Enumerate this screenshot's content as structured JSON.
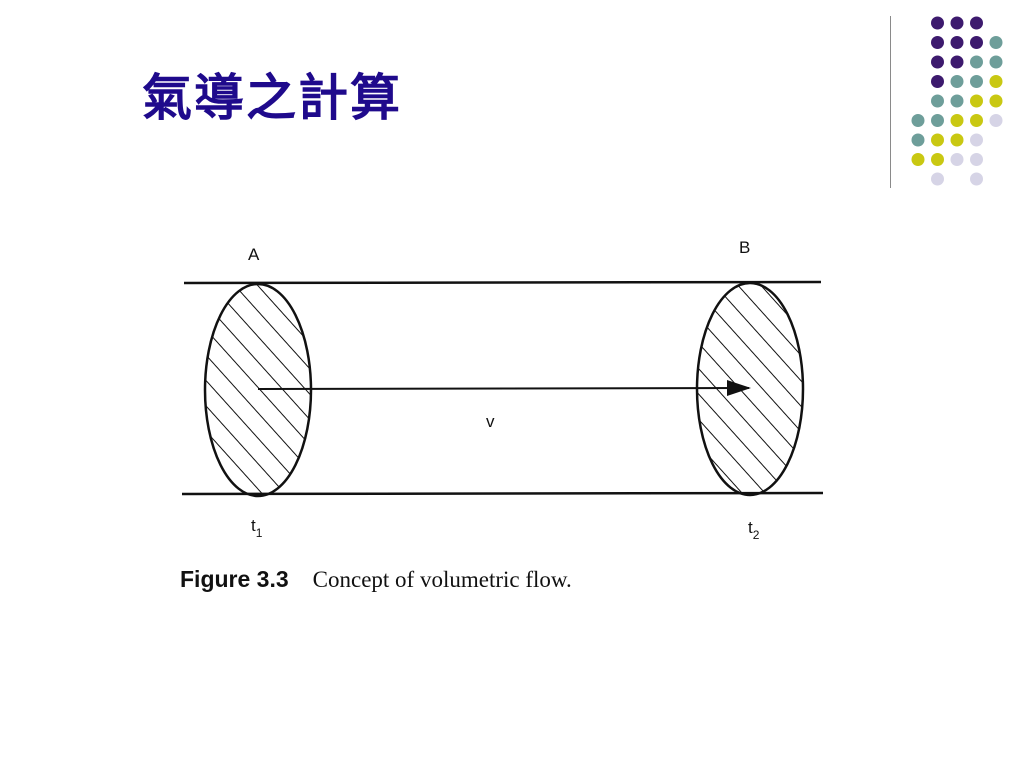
{
  "slide": {
    "title": "氣導之計算"
  },
  "decor": {
    "colors": {
      "purple": "#3d1a6e",
      "teal": "#6e9e9a",
      "yellow": "#c9c812",
      "lavender": "#d6d4e6"
    },
    "dot_rows": [
      [
        "",
        "purple",
        "purple",
        "purple",
        ""
      ],
      [
        "",
        "purple",
        "purple",
        "purple",
        "teal"
      ],
      [
        "",
        "purple",
        "purple",
        "teal",
        "teal"
      ],
      [
        "",
        "purple",
        "teal",
        "teal",
        "yellow"
      ],
      [
        "",
        "teal",
        "teal",
        "yellow",
        "yellow"
      ],
      [
        "teal",
        "teal",
        "yellow",
        "yellow",
        "lavender"
      ],
      [
        "teal",
        "yellow",
        "yellow",
        "lavender",
        ""
      ],
      [
        "yellow",
        "yellow",
        "lavender",
        "lavender",
        ""
      ],
      [
        "",
        "lavender",
        "",
        "lavender",
        ""
      ]
    ]
  },
  "diagram": {
    "label_a": "A",
    "label_b": "B",
    "label_velocity": "v",
    "label_t1_base": "t",
    "label_t1_sub": "1",
    "label_t2_base": "t",
    "label_t2_sub": "2"
  },
  "caption": {
    "figure_number": "Figure 3.3",
    "text": "Concept of volumetric flow."
  }
}
